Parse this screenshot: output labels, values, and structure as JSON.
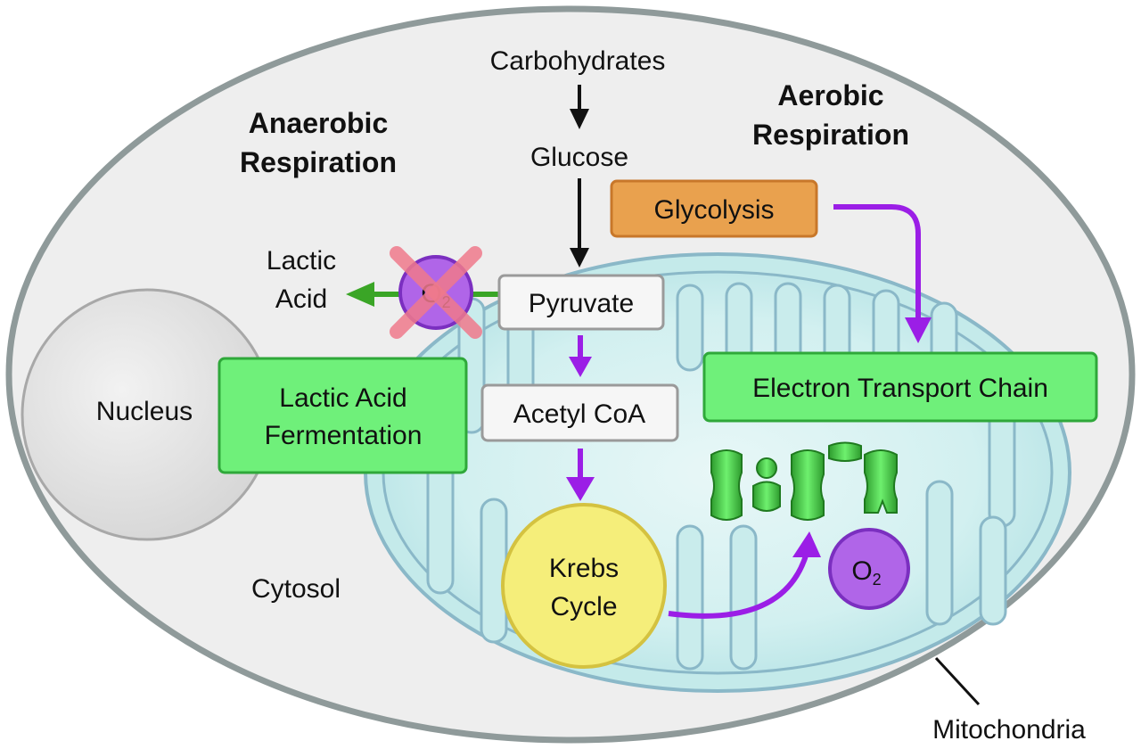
{
  "labels": {
    "carbohydrates": "Carbohydrates",
    "glucose": "Glucose",
    "anaerobic_line1": "Anaerobic",
    "anaerobic_line2": "Respiration",
    "aerobic_line1": "Aerobic",
    "aerobic_line2": "Respiration",
    "glycolysis": "Glycolysis",
    "lactic_line1": "Lactic",
    "lactic_line2": "Acid",
    "oxygen_crossed_main": "O",
    "oxygen_crossed_sub": "2",
    "pyruvate": "Pyruvate",
    "nucleus": "Nucleus",
    "fermentation_line1": "Lactic Acid",
    "fermentation_line2": "Fermentation",
    "acetyl_coa": "Acetyl CoA",
    "etc": "Electron Transport Chain",
    "krebs_line1": "Krebs",
    "krebs_line2": "Cycle",
    "oxygen_main": "O",
    "oxygen_sub": "2",
    "cytosol": "Cytosol",
    "mitochondria": "Mitochondria"
  },
  "colors": {
    "cell_fill": "#eeeeee",
    "cell_stroke": "#8f9a9a",
    "mito_outer": "#bfe8e8",
    "mito_inner": "#e3f6f6",
    "mito_stroke": "#8ab8c8",
    "glycolysis_fill": "#e9a14e",
    "glycolysis_stroke": "#c8772a",
    "green_box": "#6ff07a",
    "green_stroke": "#2fa83a",
    "gray_box": "#f6f6f6",
    "gray_stroke": "#9a9a9a",
    "krebs_fill": "#f5ee7a",
    "krebs_stroke": "#d4c240",
    "oxygen_fill": "#b065e8",
    "oxygen_stroke": "#7b2fc0",
    "purple_arrow": "#9b1ee6",
    "green_arrow": "#3aa526",
    "cross": "#f07a8c"
  }
}
